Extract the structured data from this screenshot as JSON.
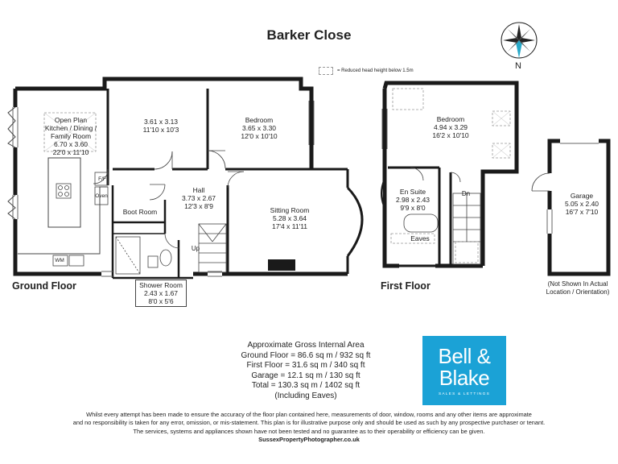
{
  "title": "Barker Close",
  "legend": {
    "text": "= Reduced head height below 1.5m"
  },
  "compass": {
    "north_label": "N"
  },
  "floors": {
    "ground": "Ground Floor",
    "first": "First Floor"
  },
  "rooms": {
    "open_plan": {
      "line1": "Open Plan",
      "line2": "Kitchen / Dining /",
      "line3": "Family Room",
      "size_m": "6.70 x 3.60",
      "size_ft": "22'0 x 11'10"
    },
    "room_gf": {
      "size_m": "3.61 x 3.13",
      "size_ft": "11'10 x 10'3"
    },
    "bedroom_gf": {
      "name": "Bedroom",
      "size_m": "3.65 x 3.30",
      "size_ft": "12'0 x 10'10"
    },
    "hall": {
      "name": "Hall",
      "size_m": "3.73 x 2.67",
      "size_ft": "12'3 x 8'9"
    },
    "boot_room": {
      "name": "Boot Room"
    },
    "sitting_room": {
      "name": "Sitting Room",
      "size_m": "5.28 x 3.64",
      "size_ft": "17'4 x 11'11"
    },
    "shower_room": {
      "name": "Shower Room",
      "size_m": "2.43 x 1.67",
      "size_ft": "8'0 x 5'6"
    },
    "bedroom_ff": {
      "name": "Bedroom",
      "size_m": "4.94 x 3.29",
      "size_ft": "16'2 x 10'10"
    },
    "en_suite": {
      "name": "En Suite",
      "size_m": "2.98 x 2.43",
      "size_ft": "9'9 x 8'0"
    },
    "garage": {
      "name": "Garage",
      "size_m": "5.05 x 2.40",
      "size_ft": "16'7 x 7'10"
    }
  },
  "fixtures": {
    "ff": "F/F",
    "oven": "Oven",
    "wm": "WM",
    "up": "Up",
    "dn": "Dn",
    "eaves": "Eaves"
  },
  "garage_note": {
    "line1": "(Not Shown In Actual",
    "line2": "Location / Orientation)"
  },
  "area": {
    "heading": "Approximate Gross Internal Area",
    "ground": "Ground Floor = 86.6 sq m / 932 sq ft",
    "first": "First Floor = 31.6 sq m / 340 sq ft",
    "garage": "Garage = 12.1 sq m / 130 sq ft",
    "total": "Total = 130.3 sq m / 1402 sq ft",
    "note": "(Including Eaves)"
  },
  "logo": {
    "line1": "Bell &",
    "line2": "Blake",
    "sub": "SALES & LETTINGS"
  },
  "disclaimer": {
    "line1": "Whilst every attempt has been made to ensure the accuracy of the floor plan contained here, measurements of door, window, rooms and any other items are approximate",
    "line2": "and no responsibility is taken for any error, omission, or mis-statement. This plan is for illustrative purpose only and should be used as such by any prospective purchaser or tenant.",
    "line3": "The services, systems and appliances shown have not been tested and no guarantee as to their operability or efficiency can be given.",
    "site": "SussexPropertyPhotographer.co.uk"
  },
  "colors": {
    "wall": "#1a1a1a",
    "logo_bg": "#1ba2d6",
    "compass_accent": "#29a9c9"
  }
}
